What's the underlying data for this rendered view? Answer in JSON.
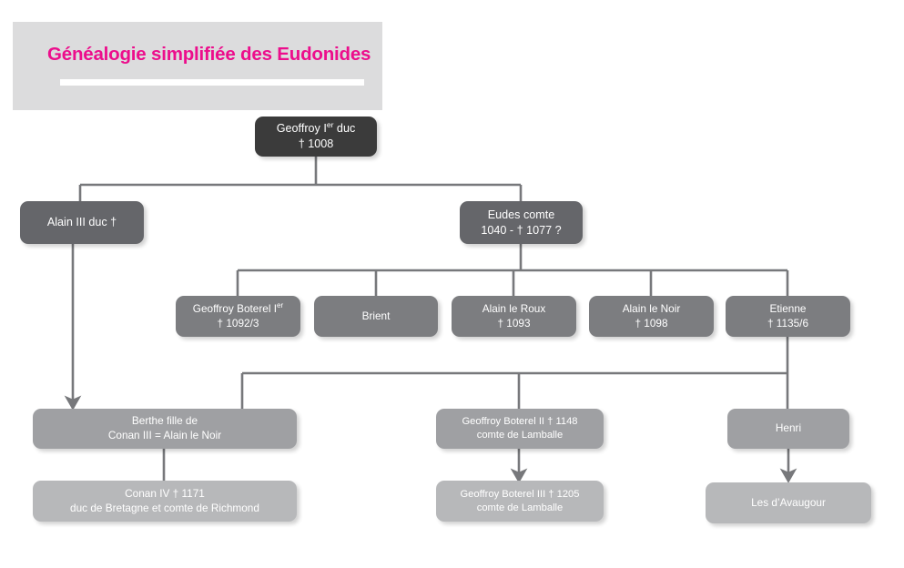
{
  "header": {
    "title": "Généalogie simplifiée des Eudonides",
    "accent_color": "#ec0e8c",
    "panel_color": "#dcdcdd",
    "rule_color": "#ffffff"
  },
  "palette": {
    "generation_1": "#3b3b3b",
    "generation_2": "#65666a",
    "generation_3": "#7c7d80",
    "generation_4": "#9fa0a3",
    "generation_5": "#b7b8ba",
    "connector": "#77787b",
    "background": "#ffffff"
  },
  "chart_data": {
    "type": "diagram",
    "subtype": "genealogy-tree",
    "title": "Généalogie simplifiée des Eudonides",
    "nodes": [
      {
        "id": "geoffroy-i",
        "generation": 1,
        "lines": [
          "Geoffroy Ier duc",
          "† 1008"
        ],
        "name": "Geoffroy Ier",
        "titles": "duc",
        "death": "1008",
        "tone": "tone-dark"
      },
      {
        "id": "alain-iii",
        "generation": 2,
        "lines": [
          "Alain III duc †"
        ],
        "name": "Alain III",
        "titles": "duc",
        "tone": "tone-mid"
      },
      {
        "id": "eudes",
        "generation": 2,
        "lines": [
          "Eudes comte",
          "1040 - † 1077 ?"
        ],
        "name": "Eudes",
        "titles": "comte",
        "dates": "1040 - † 1077 ?",
        "tone": "tone-mid"
      },
      {
        "id": "geoffroy-boterel-i",
        "generation": 3,
        "lines": [
          "Geoffroy Boterel Ier",
          "† 1092/3"
        ],
        "name": "Geoffroy Boterel Ier",
        "death": "1092/3",
        "tone": "tone-grey"
      },
      {
        "id": "brient",
        "generation": 3,
        "lines": [
          "Brient"
        ],
        "name": "Brient",
        "tone": "tone-grey"
      },
      {
        "id": "alain-le-roux",
        "generation": 3,
        "lines": [
          "Alain le Roux",
          "† 1093"
        ],
        "name": "Alain le Roux",
        "death": "1093",
        "tone": "tone-grey"
      },
      {
        "id": "alain-le-noir",
        "generation": 3,
        "lines": [
          "Alain le Noir",
          "† 1098"
        ],
        "name": "Alain le Noir",
        "death": "1098",
        "tone": "tone-grey"
      },
      {
        "id": "etienne",
        "generation": 3,
        "lines": [
          "Etienne",
          "† 1135/6"
        ],
        "name": "Etienne",
        "death": "1135/6",
        "tone": "tone-grey"
      },
      {
        "id": "berthe",
        "generation": 4,
        "lines": [
          "Berthe fille de",
          "Conan III = Alain le Noir"
        ],
        "name": "Berthe",
        "tone": "tone-light"
      },
      {
        "id": "geoffroy-boterel-ii",
        "generation": 4,
        "lines": [
          "Geoffroy Boterel II † 1148",
          "comte de Lamballe"
        ],
        "name": "Geoffroy Boterel II",
        "death": "1148",
        "titles": "comte de Lamballe",
        "tone": "tone-light"
      },
      {
        "id": "henri",
        "generation": 4,
        "lines": [
          "Henri"
        ],
        "name": "Henri",
        "tone": "tone-light"
      },
      {
        "id": "conan-iv",
        "generation": 5,
        "lines": [
          "Conan IV † 1171",
          "duc de Bretagne et comte de Richmond"
        ],
        "name": "Conan IV",
        "death": "1171",
        "titles": "duc de Bretagne et comte de Richmond",
        "tone": "tone-pale"
      },
      {
        "id": "geoffroy-boterel-iii",
        "generation": 5,
        "lines": [
          "Geoffroy Boterel III † 1205",
          "comte de Lamballe"
        ],
        "name": "Geoffroy Boterel III",
        "death": "1205",
        "titles": "comte de Lamballe",
        "tone": "tone-pale"
      },
      {
        "id": "les-davaugour",
        "generation": 5,
        "lines": [
          "Les d’Avaugour"
        ],
        "name": "Les d’Avaugour",
        "tone": "tone-pale"
      }
    ],
    "edges": [
      {
        "from": "geoffroy-i",
        "to": "alain-iii",
        "style": "elbow"
      },
      {
        "from": "geoffroy-i",
        "to": "eudes",
        "style": "elbow"
      },
      {
        "from": "eudes",
        "to": "geoffroy-boterel-i",
        "style": "elbow"
      },
      {
        "from": "eudes",
        "to": "brient",
        "style": "elbow"
      },
      {
        "from": "eudes",
        "to": "alain-le-roux",
        "style": "elbow"
      },
      {
        "from": "eudes",
        "to": "alain-le-noir",
        "style": "elbow"
      },
      {
        "from": "eudes",
        "to": "etienne",
        "style": "elbow"
      },
      {
        "from": "alain-iii",
        "to": "berthe",
        "style": "arrow"
      },
      {
        "from": "etienne",
        "to": "berthe",
        "style": "elbow"
      },
      {
        "from": "etienne",
        "to": "geoffroy-boterel-ii",
        "style": "elbow"
      },
      {
        "from": "etienne",
        "to": "henri",
        "style": "elbow"
      },
      {
        "from": "berthe",
        "to": "conan-iv",
        "style": "line"
      },
      {
        "from": "geoffroy-boterel-ii",
        "to": "geoffroy-boterel-iii",
        "style": "arrow"
      },
      {
        "from": "henri",
        "to": "les-davaugour",
        "style": "arrow"
      }
    ]
  },
  "nodes_text": {
    "geoffroy_i_l1_a": "Geoffroy I",
    "geoffroy_i_l1_sup": "er",
    "geoffroy_i_l1_b": " duc",
    "geoffroy_i_l2": "† 1008",
    "alain_iii_l1": "Alain III duc †",
    "eudes_l1": "Eudes comte",
    "eudes_l2": "1040 - † 1077 ?",
    "gb1_l1_a": "Geoffroy Boterel I",
    "gb1_l1_sup": "er",
    "gb1_l2": "† 1092/3",
    "brient_l1": "Brient",
    "roux_l1": "Alain le Roux",
    "roux_l2": "† 1093",
    "noir_l1": "Alain le Noir",
    "noir_l2": "† 1098",
    "etienne_l1": "Etienne",
    "etienne_l2": "† 1135/6",
    "berthe_l1": "Berthe fille de",
    "berthe_l2": "Conan III = Alain le Noir",
    "gb2_l1": "Geoffroy Boterel II † 1148",
    "gb2_l2": "comte de Lamballe",
    "henri_l1": "Henri",
    "conan_iv_l1": "Conan IV † 1171",
    "conan_iv_l2": "duc de Bretagne et comte de Richmond",
    "gb3_l1": "Geoffroy Boterel III † 1205",
    "gb3_l2": "comte de Lamballe",
    "avaugour_l1": "Les d’Avaugour"
  }
}
